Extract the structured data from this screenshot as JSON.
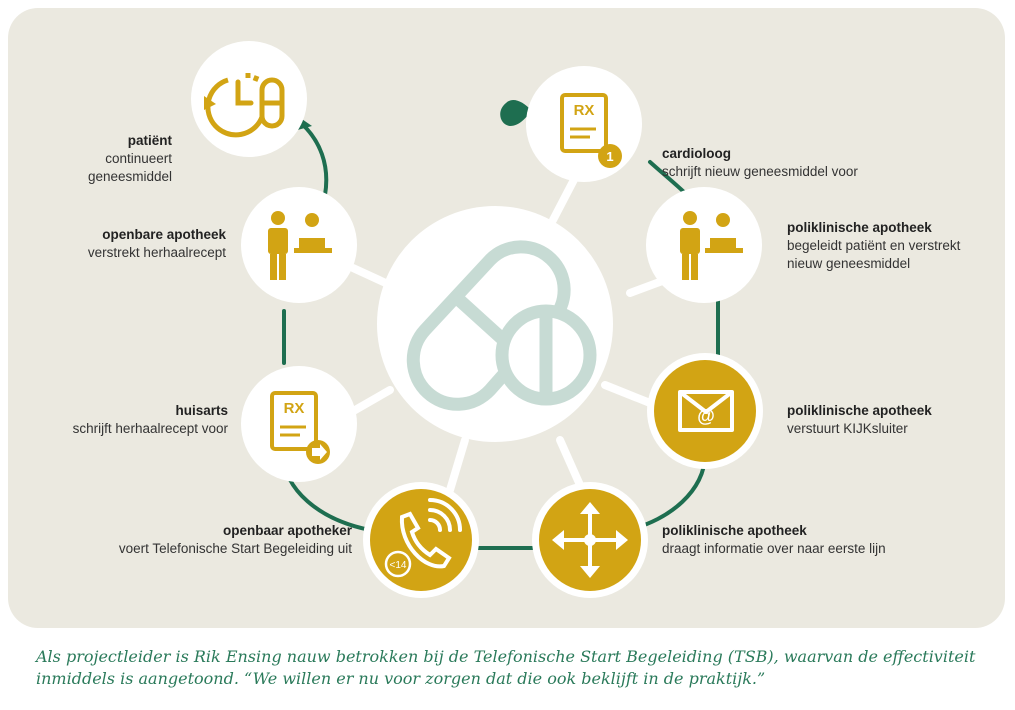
{
  "colors": {
    "panel": "#ebe9e0",
    "gold": "#d2a414",
    "green": "#1e6e50",
    "pill": "#c7dbd4",
    "white": "#ffffff"
  },
  "steps": [
    {
      "id": "patient",
      "icon": "clock-pill-icon",
      "title": "patiënt",
      "desc_lines": [
        "continueert",
        "geneesmiddel"
      ]
    },
    {
      "id": "openbare-apotheek",
      "icon": "pharmacist-patient-icon",
      "title": "openbare apotheek",
      "desc_lines": [
        "verstrekt herhaalrecept"
      ]
    },
    {
      "id": "huisarts",
      "icon": "prescription-arrow-icon",
      "title": "huisarts",
      "desc_lines": [
        "schrijft herhaalrecept voor"
      ]
    },
    {
      "id": "openbaar-apotheker",
      "icon": "phone-call-icon",
      "title": "openbaar apotheker",
      "desc_lines": [
        "voert Telefonische Start Begeleiding uit"
      ],
      "badge": "<14"
    },
    {
      "id": "cardioloog",
      "icon": "prescription-number-icon",
      "title": "cardioloog",
      "desc_lines": [
        "schrijft nieuw geneesmiddel voor"
      ],
      "badge": "1"
    },
    {
      "id": "poliklinische-begeleidt",
      "icon": "pharmacist-patient-icon",
      "title": "poliklinische apotheek",
      "desc_lines": [
        "begeleidt patiënt en verstrekt",
        "nieuw geneesmiddel"
      ]
    },
    {
      "id": "poliklinische-verstuurt",
      "icon": "email-envelope-icon",
      "title": "poliklinische apotheek",
      "desc_lines": [
        "verstuurt KIJKsluiter"
      ]
    },
    {
      "id": "poliklinische-draagt",
      "icon": "move-arrows-icon",
      "title": "poliklinische apotheek",
      "desc_lines": [
        "draagt informatie over naar eerste lijn"
      ]
    }
  ],
  "rx_text": "RX",
  "center_icon": "capsule-tablet-icon",
  "caption": "Als projectleider is Rik Ensing nauw betrokken bij de Telefonische Start Begeleiding (TSB), waarvan de effectiviteit inmiddels is aangetoond. “We willen er nu voor zorgen dat die ook beklijft in de praktijk.”"
}
